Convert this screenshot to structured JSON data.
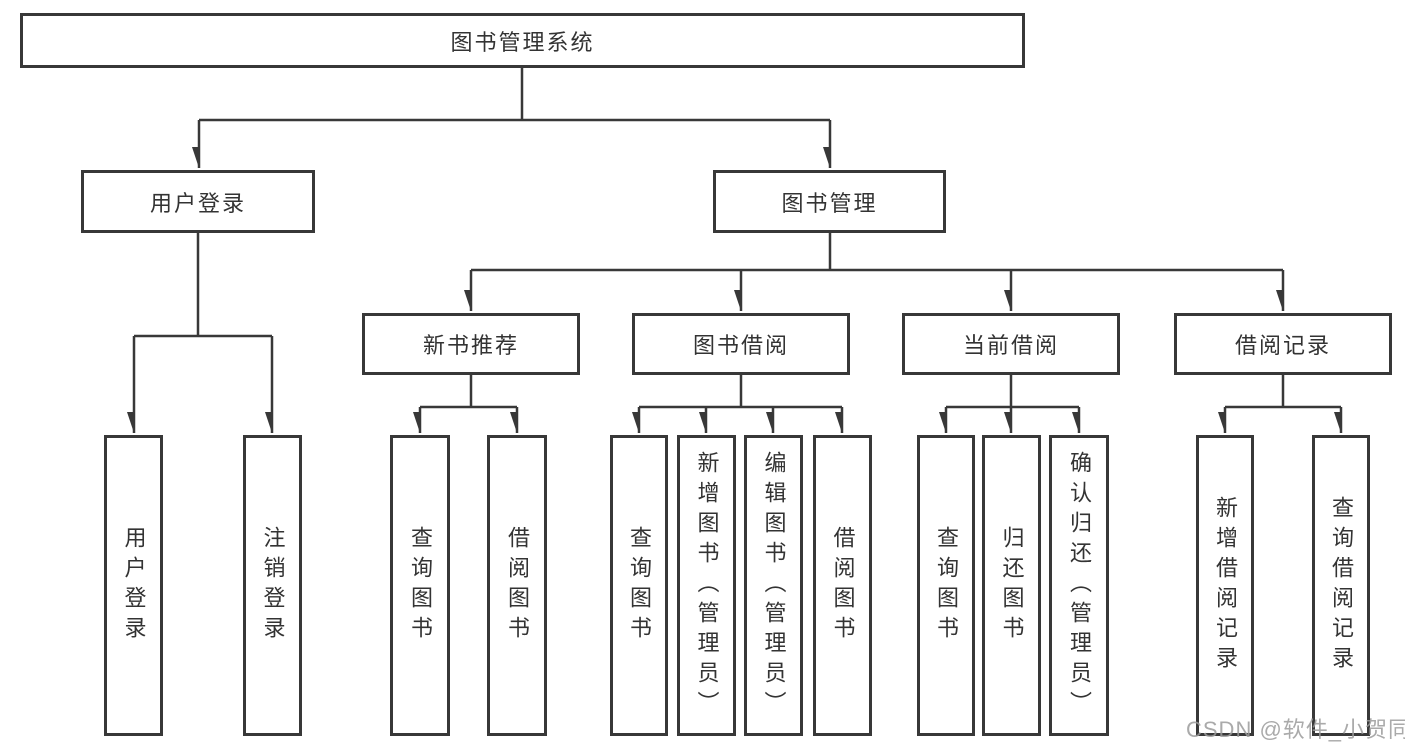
{
  "colors": {
    "line": "#383838",
    "box_border": "#383838",
    "text": "#333333",
    "watermark": "#9b9b9b",
    "background": "#ffffff"
  },
  "watermark": "CSDN @软件_小贺同学",
  "diagram": {
    "root": "图书管理系统",
    "level2": {
      "user_login": "用户登录",
      "book_management": "图书管理"
    },
    "user_login_children": {
      "login": "用户登录",
      "logout": "注销登录"
    },
    "level3": {
      "new_book_recommendation": "新书推荐",
      "book_borrowing": "图书借阅",
      "current_borrowing": "当前借阅",
      "borrowing_records": "借阅记录"
    },
    "new_book_children": {
      "query_books": "查询图书",
      "borrow_books": "借阅图书"
    },
    "book_borrowing_children": {
      "query_books": "查询图书",
      "add_books_admin": "新增图书（管理员）",
      "edit_books_admin": "编辑图书（管理员）",
      "borrow_books": "借阅图书"
    },
    "current_borrowing_children": {
      "query_books": "查询图书",
      "return_books": "归还图书",
      "confirm_return_admin": "确认归还（管理员）"
    },
    "records_children": {
      "add_borrow_record": "新增借阅记录",
      "query_borrow_record": "查询借阅记录"
    }
  }
}
